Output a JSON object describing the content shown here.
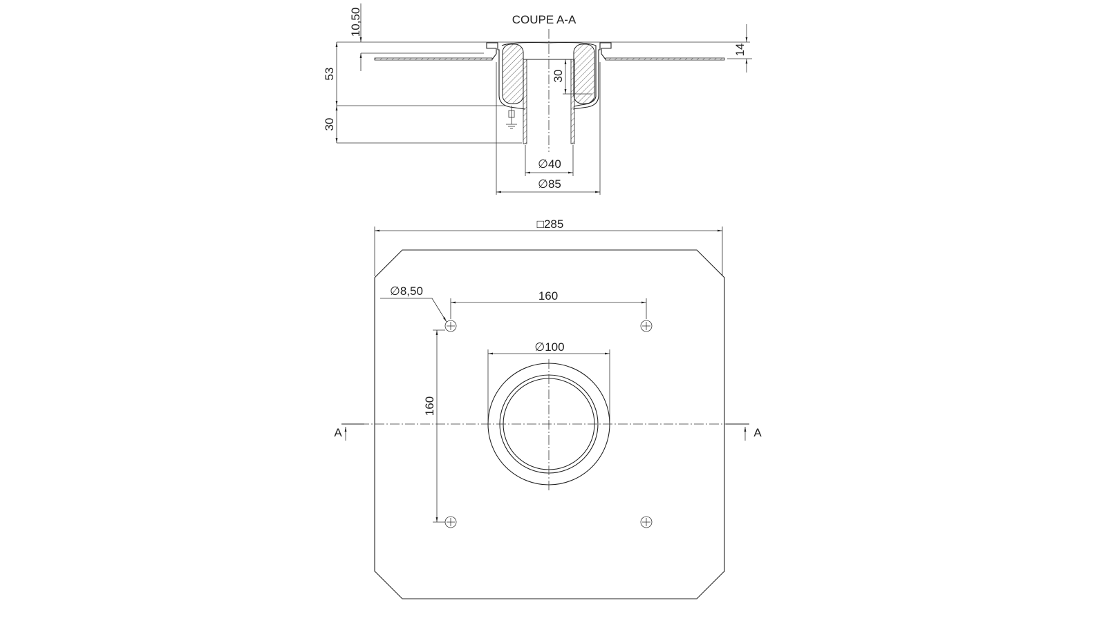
{
  "section": {
    "title": "COUPE A-A",
    "dim_top_offset": "10,50",
    "dim_body_height": "53",
    "dim_pipe_length": "30",
    "dim_flange_height": "14",
    "dim_inner_depth": "30",
    "dim_pipe_diameter": "∅40",
    "dim_body_diameter": "∅85"
  },
  "plan": {
    "dim_square": "□285",
    "dim_hole_spacing_x": "160",
    "dim_hole_spacing_y": "160",
    "dim_outlet_diameter": "∅100",
    "dim_hole_diameter": "∅8,50",
    "section_mark_left": "A",
    "section_mark_right": "A"
  },
  "colors": {
    "line": "#222222",
    "background": "#ffffff"
  }
}
